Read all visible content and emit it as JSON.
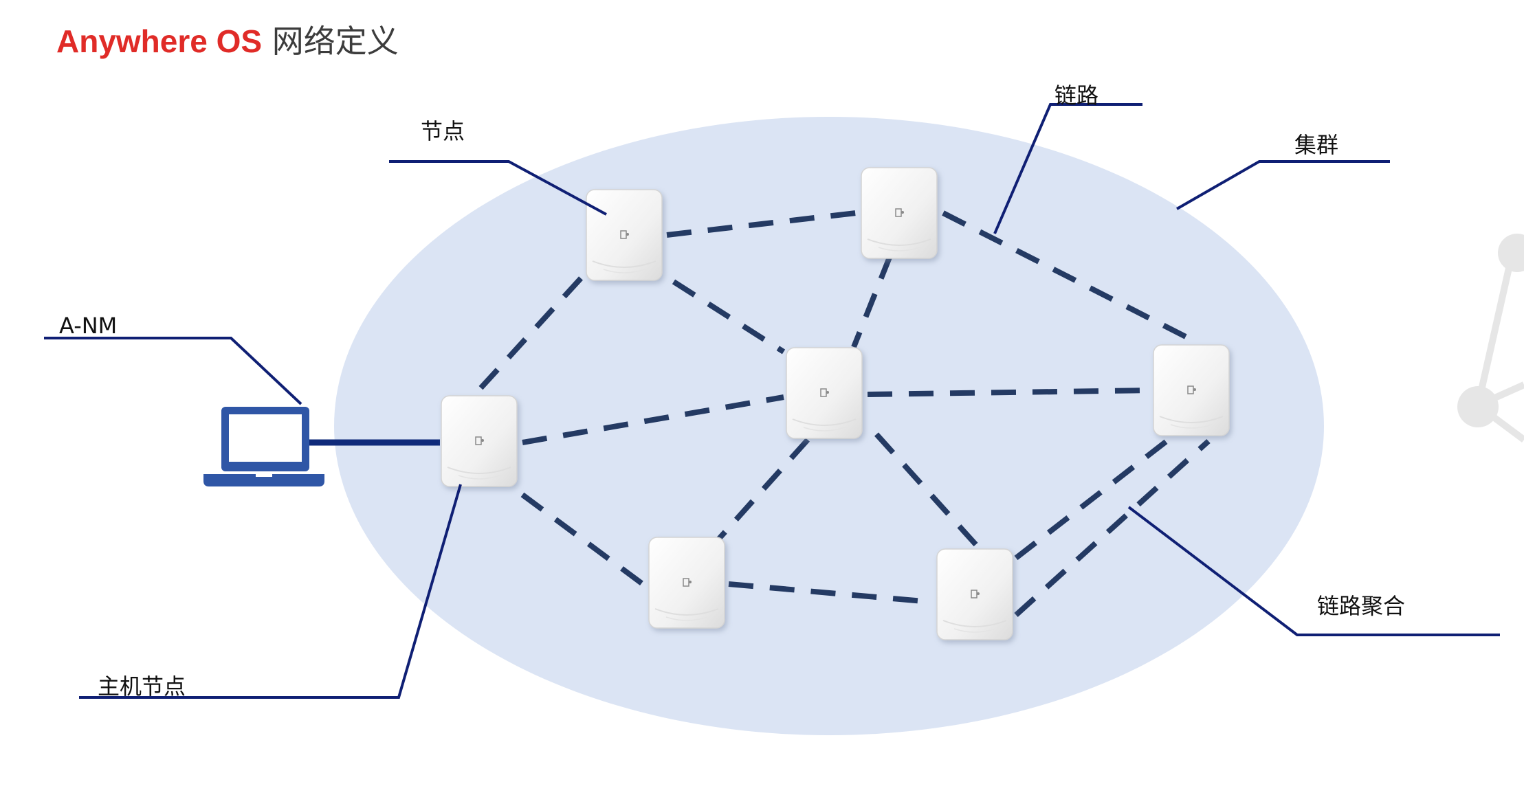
{
  "title": {
    "brand": "Anywhere OS",
    "subtitle": "网络定义"
  },
  "labels": {
    "node": "节点",
    "link": "链路",
    "cluster": "集群",
    "anm": "A-NM",
    "host_node": "主机节点",
    "link_aggregation": "链路聚合"
  },
  "colors": {
    "brand_red": "#e02b27",
    "cluster_fill": "#dbe4f4",
    "link_dash": "#243a63",
    "callout_line": "#0f1f74",
    "laptop_blue": "#2f56a6",
    "device_white": "#f4f4f4",
    "watermark_gray": "#e3e3e3"
  },
  "diagram": {
    "devices": [
      {
        "id": "host",
        "role": "host-node"
      },
      {
        "id": "n-top-left",
        "role": "node"
      },
      {
        "id": "n-top-mid",
        "role": "node"
      },
      {
        "id": "n-center",
        "role": "node"
      },
      {
        "id": "n-right",
        "role": "node"
      },
      {
        "id": "n-bottom-left",
        "role": "node"
      },
      {
        "id": "n-bottom-right",
        "role": "node"
      }
    ],
    "links": [
      {
        "from": "n-top-left",
        "to": "n-top-mid"
      },
      {
        "from": "n-top-left",
        "to": "host"
      },
      {
        "from": "n-top-left",
        "to": "n-center"
      },
      {
        "from": "n-top-mid",
        "to": "n-center"
      },
      {
        "from": "n-top-mid",
        "to": "n-right"
      },
      {
        "from": "host",
        "to": "n-center"
      },
      {
        "from": "n-center",
        "to": "n-right"
      },
      {
        "from": "n-center",
        "to": "n-bottom-left"
      },
      {
        "from": "n-center",
        "to": "n-bottom-right"
      },
      {
        "from": "host",
        "to": "n-bottom-left"
      },
      {
        "from": "n-bottom-left",
        "to": "n-bottom-right"
      },
      {
        "from": "n-bottom-right",
        "to": "n-right",
        "aggregated": true
      }
    ],
    "management": {
      "device": "laptop",
      "connected_to": "host"
    }
  }
}
